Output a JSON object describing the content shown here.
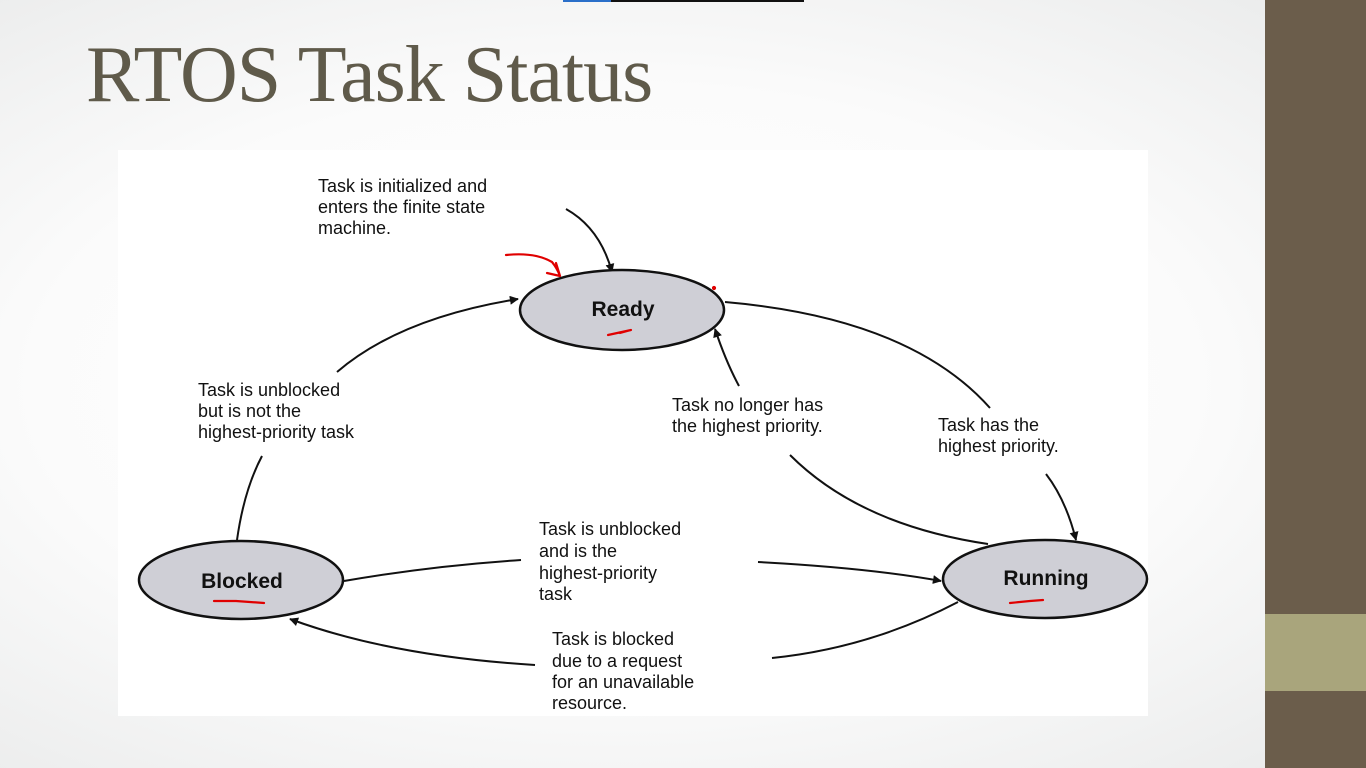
{
  "slide": {
    "title": "RTOS Task Status",
    "colors": {
      "title": "#5f5a4a",
      "side_strip": "#6b5d4b",
      "side_accent": "#a9a57c",
      "state_fill": "#cfcfd6",
      "ink": "#111111",
      "annotation": "#e00000"
    }
  },
  "diagram": {
    "states": [
      {
        "id": "ready",
        "label": "Ready"
      },
      {
        "id": "blocked",
        "label": "Blocked"
      },
      {
        "id": "running",
        "label": "Running"
      }
    ],
    "transitions": [
      {
        "id": "init",
        "from": "",
        "to": "ready",
        "lines": [
          "Task is initialized and",
          "enters the finite state",
          "machine."
        ]
      },
      {
        "id": "blocked-to-ready",
        "from": "blocked",
        "to": "ready",
        "lines": [
          "Task is unblocked",
          "but is not the",
          "highest-priority task"
        ]
      },
      {
        "id": "running-to-ready",
        "from": "running",
        "to": "ready",
        "lines": [
          "Task no longer has",
          "the highest priority."
        ]
      },
      {
        "id": "ready-to-running",
        "from": "ready",
        "to": "running",
        "lines": [
          "Task has the",
          "highest priority."
        ]
      },
      {
        "id": "blocked-to-running",
        "from": "blocked",
        "to": "running",
        "lines": [
          "Task is unblocked",
          "and is the",
          "highest-priority",
          "task"
        ]
      },
      {
        "id": "running-to-blocked",
        "from": "running",
        "to": "blocked",
        "lines": [
          "Task is blocked",
          "due to a request",
          "for an unavailable",
          "resource."
        ]
      }
    ]
  }
}
